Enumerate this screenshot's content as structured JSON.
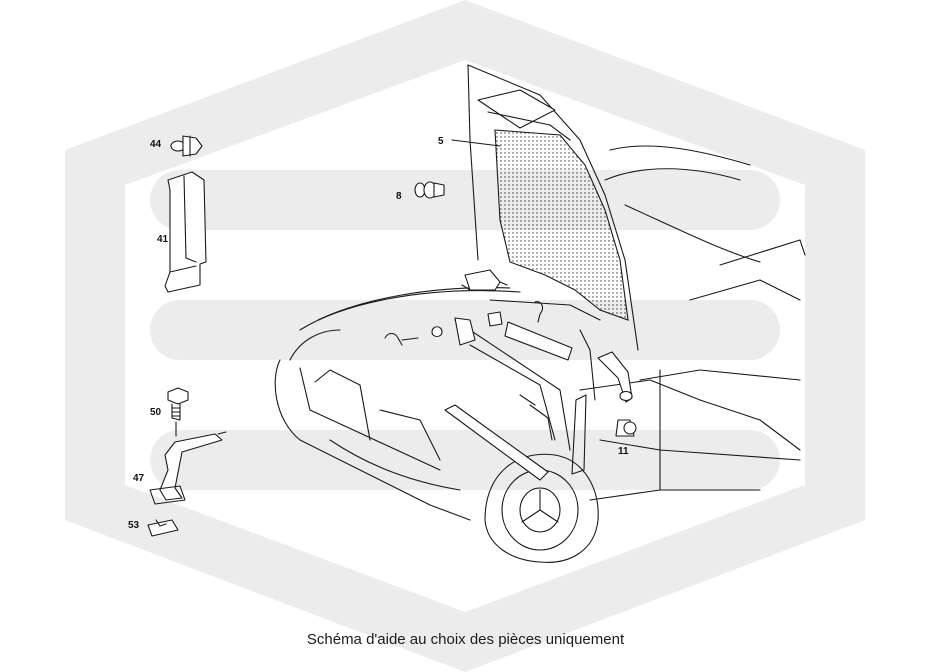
{
  "caption": "Schéma d'aide au choix des pièces uniquement",
  "colors": {
    "watermark": "#ececec",
    "line": "#1a1a1a",
    "background": "#ffffff"
  },
  "callouts": {
    "p44": "44",
    "p41": "41",
    "p50": "50",
    "p47": "47",
    "p53": "53",
    "p5": "5",
    "p8": "8",
    "p11": "11"
  }
}
